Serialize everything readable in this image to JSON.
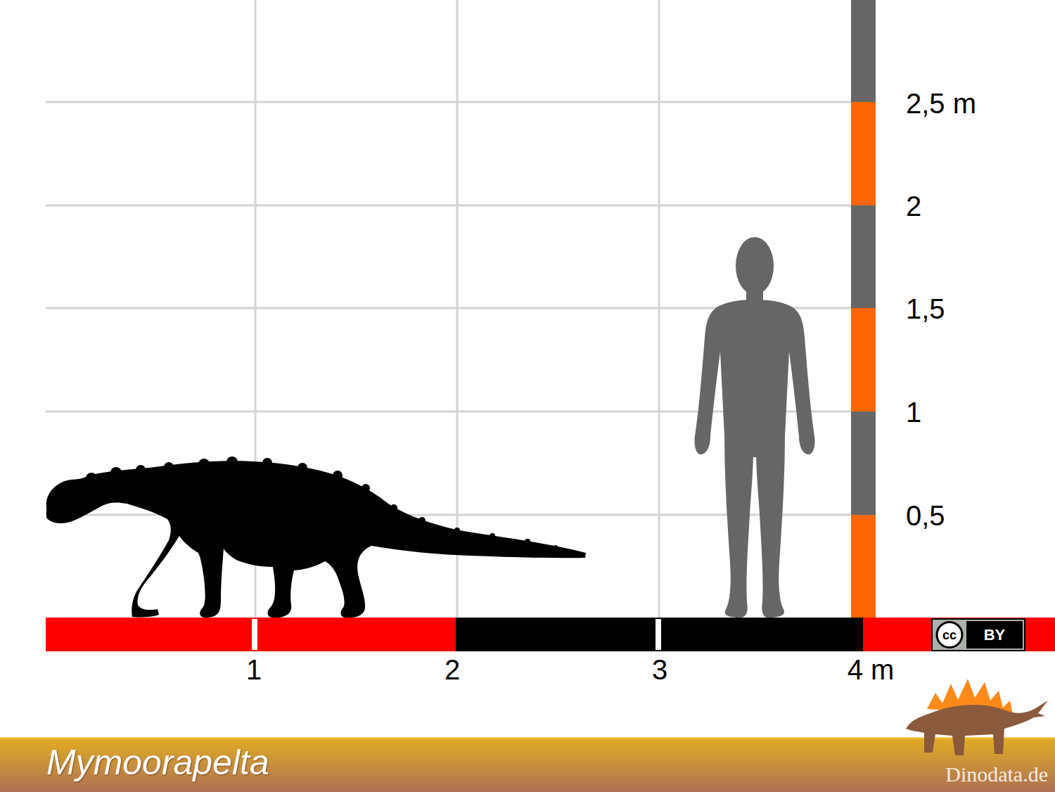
{
  "diagram": {
    "title": "Mymoorapelta",
    "labels": [
      "2,5 m",
      "2",
      "1,5",
      "1",
      "0,5",
      "1",
      "2",
      "3",
      "4 m",
      "cc",
      "BY",
      "Dinodata.de"
    ]
  }
}
